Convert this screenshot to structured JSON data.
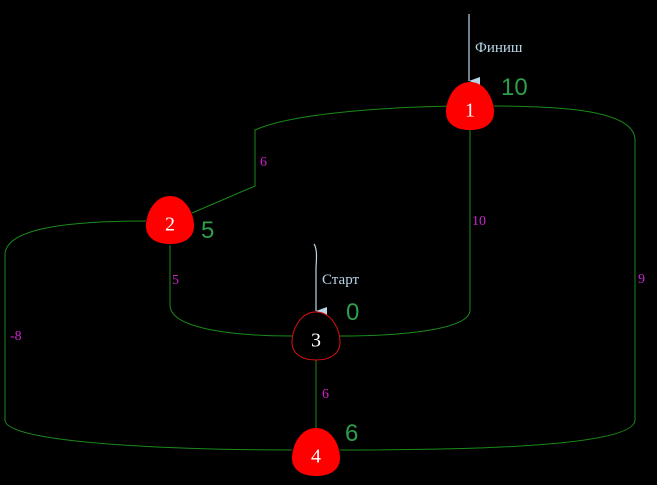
{
  "colors": {
    "background": "#000000",
    "edge": "#1a8a1a",
    "edge_weight": "#cc22cc",
    "node_fill": "#ff0000",
    "node_current_fill": "#000000",
    "node_current_stroke": "#dd1111",
    "node_id": "#ffffff",
    "distance": "#2e9e4a",
    "marker": "#b8d6e8"
  },
  "markers": {
    "finish_label": "Финиш",
    "start_label": "Старт"
  },
  "nodes": [
    {
      "id": "1",
      "distance": "10",
      "state": "visited"
    },
    {
      "id": "2",
      "distance": "5",
      "state": "visited"
    },
    {
      "id": "3",
      "distance": "0",
      "state": "current"
    },
    {
      "id": "4",
      "distance": "6",
      "state": "visited"
    }
  ],
  "edges": [
    {
      "from": "1",
      "to": "2",
      "weight": "6"
    },
    {
      "from": "1",
      "to": "3",
      "weight": "10"
    },
    {
      "from": "1",
      "to": "4",
      "weight": "9"
    },
    {
      "from": "2",
      "to": "3",
      "weight": "5"
    },
    {
      "from": "2",
      "to": "4",
      "weight": "-8"
    },
    {
      "from": "3",
      "to": "4",
      "weight": "6"
    }
  ]
}
